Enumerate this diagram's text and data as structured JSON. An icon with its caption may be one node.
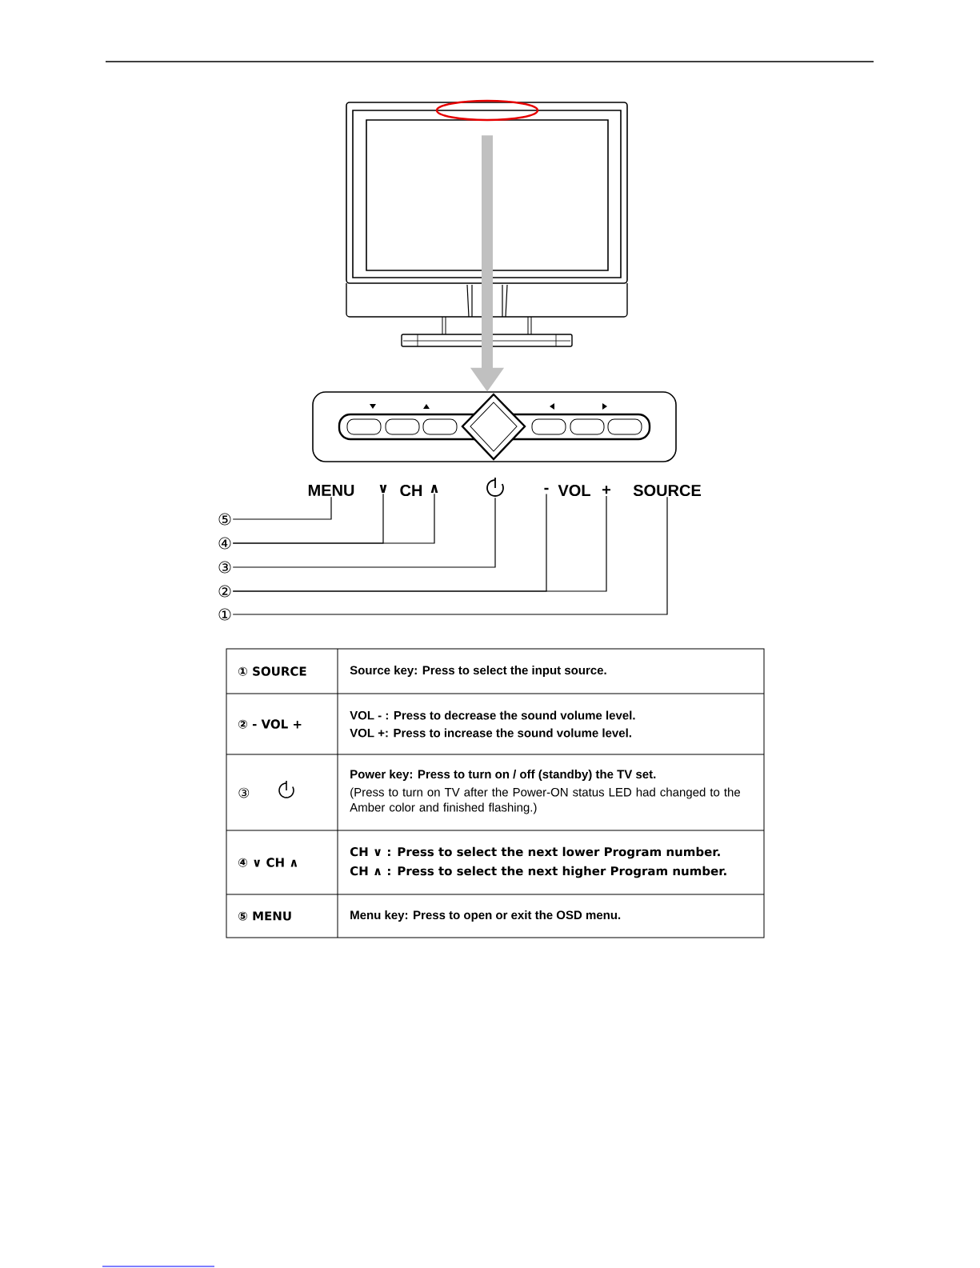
{
  "diagram": {
    "nodes": [
      {
        "text": [],
        "shape": "picture"
      },
      {
        "text": [],
        "shape": "ellipse",
        "in": 0
      },
      {
        "text": [],
        "shape": "picture"
      },
      {
        "text": [
          "MENU"
        ]
      },
      {
        "text": [
          "∨"
        ]
      },
      {
        "text": [
          "CH"
        ]
      },
      {
        "text": [
          "∧"
        ]
      },
      {
        "text": [],
        "shape": "icon"
      },
      {
        "text": [
          "-"
        ]
      },
      {
        "text": [
          "VOL"
        ]
      },
      {
        "text": [
          "+"
        ]
      },
      {
        "text": [
          "SOURCE"
        ]
      },
      {
        "text": [
          "⑤"
        ]
      },
      {
        "text": [
          "④"
        ]
      },
      {
        "text": [
          "③"
        ]
      },
      {
        "text": [
          "②"
        ]
      },
      {
        "text": [
          "①"
        ]
      }
    ],
    "edges": [
      {
        "from": 1,
        "to": 2,
        "arrow": "to",
        "style": "thick",
        "color": "#c0c0c0"
      },
      {
        "from": 12,
        "to": 3,
        "arrow": "none"
      },
      {
        "from": 13,
        "to": 4,
        "arrow": "none"
      },
      {
        "from": 13,
        "to": 6,
        "arrow": "none"
      },
      {
        "from": 14,
        "to": 7,
        "arrow": "none"
      },
      {
        "from": 15,
        "to": 8,
        "arrow": "none"
      },
      {
        "from": 15,
        "to": 10,
        "arrow": "none"
      },
      {
        "from": 16,
        "to": 11,
        "arrow": "none"
      }
    ],
    "labels": [
      "① SOURCE",
      "Source key: Press to select the input source.",
      "② - VOL +",
      "VOL - : Press to decrease the sound volume level.",
      "VOL +: Press to increase the sound volume level.",
      "③",
      "Power key: Press to turn on / off (standby) the TV set.",
      "(Press to turn on TV after the Power-ON status LED had changed to the Amber color and finished flashing.)",
      "④ ∨ CH ∧",
      "CH ∨ : Press to select the next lower Program number.",
      "CH ∧ : Press to select the next higher Program number.",
      "⑤ MENU",
      "Menu key: Press to open or exit the OSD menu."
    ]
  }
}
